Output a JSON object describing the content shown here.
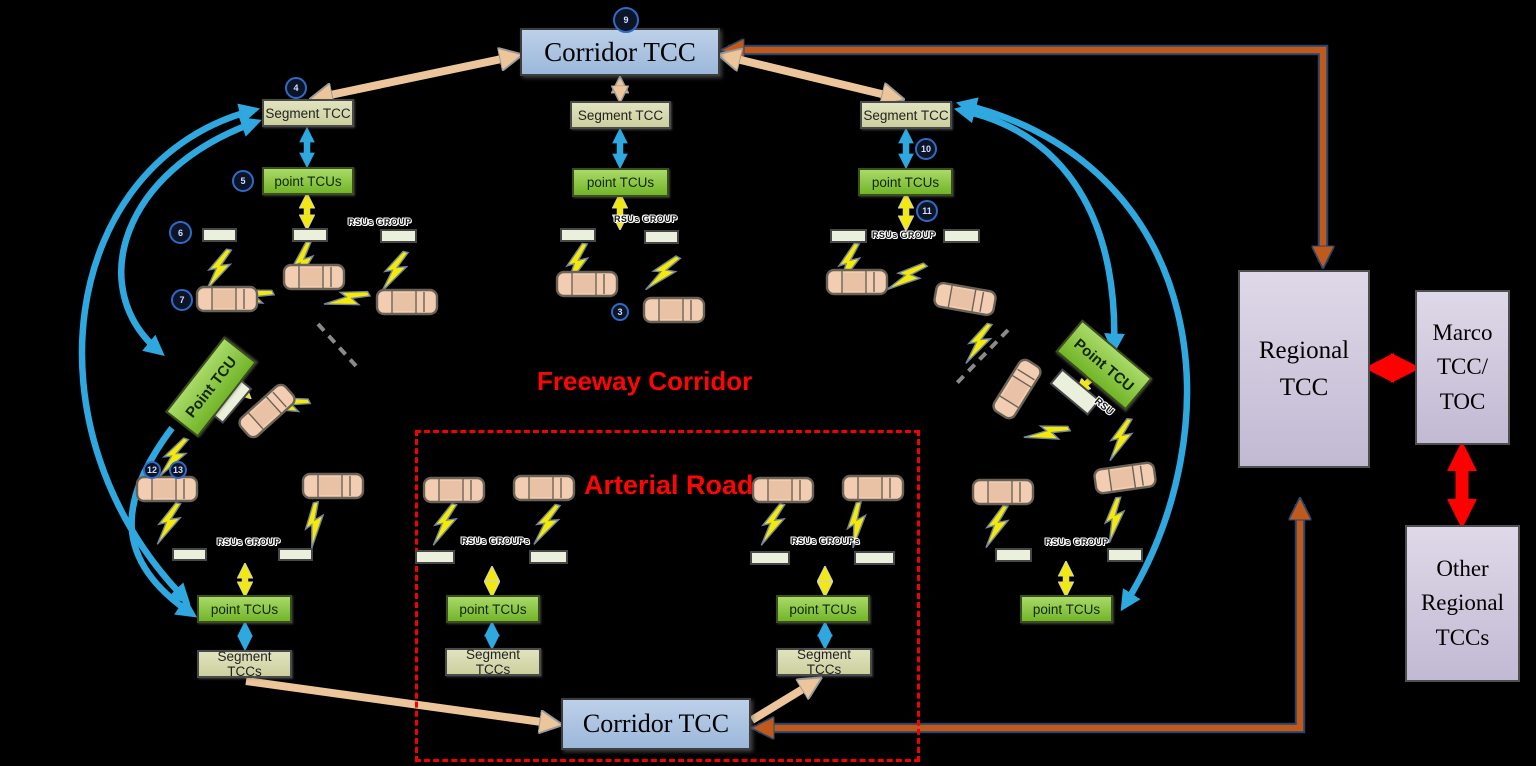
{
  "boxes": {
    "corridor_tcc": "Corridor TCC",
    "segment_tcc": "Segment TCC",
    "segment_tccs": "Segment TCCs",
    "point_tcus": "point TCUs",
    "point_tcu": "Point TCU",
    "rsu": "RSU",
    "regional_tcc": "Regional TCC",
    "marco_tcc_toc": "Marco TCC/ TOC",
    "other_regional_tccs": "Other Regional TCCs"
  },
  "group_labels": {
    "rsus_group": "RSUs GROUP",
    "rsus_groups": "RSUs GROUPs"
  },
  "zone_labels": {
    "freeway_corridor": "Freeway Corridor",
    "arterial_road": "Arterial Road"
  },
  "badges": {
    "b3": "3",
    "b4": "4",
    "b5": "5",
    "b6": "6",
    "b7": "7",
    "b9": "9",
    "b10": "10",
    "b11": "11",
    "b12": "12",
    "b13": "13"
  },
  "colors": {
    "background": "#000000",
    "corridor_box": "#a9c4e3",
    "segment_box": "#d9dcb0",
    "point_tcu_box": "#7fc340",
    "rsu_box": "#ebf0dd",
    "regional_box": "#cdc3dd",
    "blue_arrow": "#2fa8e0",
    "yellow_arrow": "#f2ea0f",
    "tan_arrow": "#ecc59a",
    "orange_arrow": "#c05a1c",
    "red_arrow": "#ff0000",
    "zone_text": "#fb0505",
    "lightning": "#f4ea09",
    "car_body": "#f2cdb2"
  }
}
